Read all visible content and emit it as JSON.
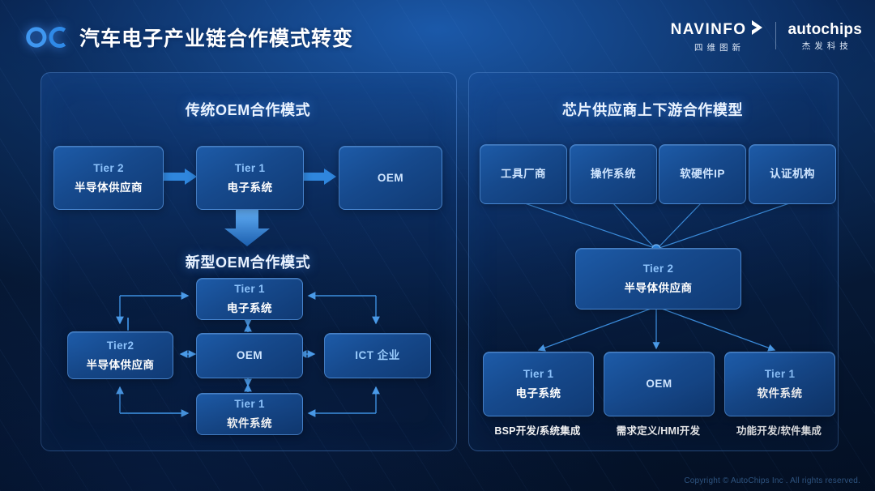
{
  "header": {
    "logo_icon": "oc-logo-icon",
    "title": "汽车电子产业链合作模式转变",
    "brand_navinfo_en": "NAVINFO",
    "brand_navinfo_cn": "四维图新",
    "brand_autochips_en": "autochips",
    "brand_autochips_cn": "杰发科技"
  },
  "left_panel": {
    "title_traditional": "传统OEM合作模式",
    "title_new": "新型OEM合作模式",
    "traditional_boxes": [
      {
        "line1": "Tier 2",
        "line2": "半导体供应商"
      },
      {
        "line1": "Tier 1",
        "line2": "电子系统"
      },
      {
        "single": "OEM"
      }
    ],
    "new_boxes": [
      {
        "line1": "Tier 1",
        "line2": "电子系统"
      },
      {
        "line1": "Tier2",
        "line2": "半导体供应商"
      },
      {
        "single": "OEM"
      },
      {
        "single": "ICT 企业"
      },
      {
        "line1": "Tier 1",
        "line2": "软件系统"
      }
    ]
  },
  "right_panel": {
    "title": "芯片供应商上下游合作模型",
    "top_boxes": [
      {
        "single": "工具厂商"
      },
      {
        "single": "操作系统"
      },
      {
        "single": "软硬件IP"
      },
      {
        "single": "认证机构"
      }
    ],
    "center_box": {
      "line1": "Tier 2",
      "line2": "半导体供应商"
    },
    "bottom_boxes": [
      {
        "line1": "Tier 1",
        "line2": "电子系统",
        "caption": "BSP开发/系统集成"
      },
      {
        "single": "OEM",
        "caption": "需求定义/HMI开发"
      },
      {
        "line1": "Tier 1",
        "line2": "软件系统",
        "caption": "功能开发/软件集成"
      }
    ]
  },
  "footer": {
    "copyright": "Copyright © AutoChips Inc . All rights reserved."
  },
  "colors": {
    "accent": "#3a8ee6",
    "box_fill": "#1d5ba8",
    "label_blue": "#8cc2fb",
    "text_white": "#ffffff",
    "bg_dark": "#061a3a"
  }
}
